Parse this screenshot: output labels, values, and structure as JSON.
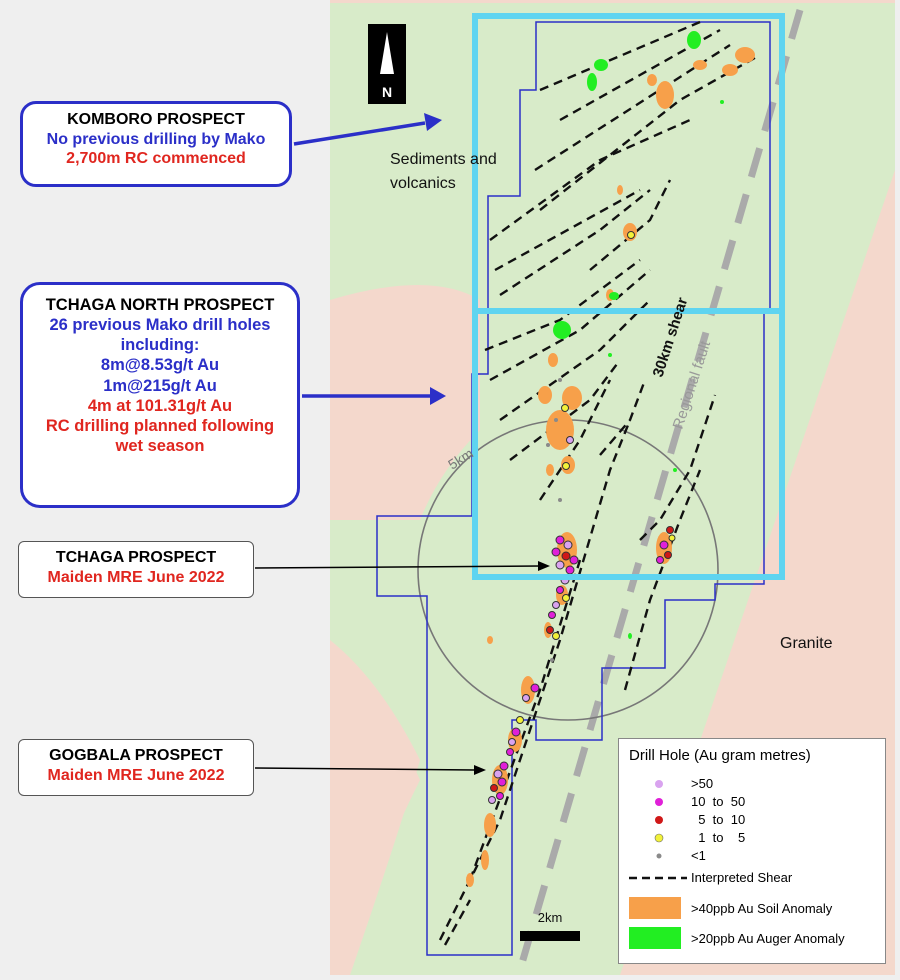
{
  "callouts": {
    "komboro": {
      "title": "KOMBORO PROSPECT",
      "line1": "No previous drilling by Mako",
      "line2": "2,700m RC commenced"
    },
    "tchaga_north": {
      "title": "TCHAGA NORTH PROSPECT",
      "lines_blue": [
        "26 previous Mako drill holes",
        "including:",
        "8m@8.53g/t Au",
        "1m@215g/t Au"
      ],
      "lines_red": [
        "4m at 101.31g/t Au",
        "RC drilling planned following",
        "wet season"
      ]
    },
    "tchaga": {
      "title": "TCHAGA PROSPECT",
      "subtitle": "Maiden MRE June 2022"
    },
    "gogbala": {
      "title": "GOGBALA PROSPECT",
      "subtitle": "Maiden MRE June 2022"
    }
  },
  "map_labels": {
    "sediments_1": "Sediments and",
    "sediments_2": "volcanics",
    "granite": "Granite",
    "shear_30km": "30km shear",
    "regional_fault": "Regional fault",
    "radius_5km": "5km",
    "north": "N",
    "scale_bar": "2km"
  },
  "legend": {
    "title": "Drill Hole (Au gram metres)",
    "items": [
      {
        "label": ">50",
        "color": "#d9a3ef"
      },
      {
        "label": "10  to  50",
        "color": "#e020d8"
      },
      {
        "label": "  5  to  10",
        "color": "#d01818"
      },
      {
        "label": "  1  to    5",
        "color": "#f2f23a"
      },
      {
        "label": "<1",
        "color": "#8a8a8a"
      }
    ],
    "shear": "Interpreted Shear",
    "soil": ">40ppb Au Soil Anomaly",
    "auger": ">20ppb Au Auger Anomaly",
    "soil_color": "#f7a04a",
    "auger_color": "#22ee22"
  },
  "colors": {
    "sediments": "#d8ebc9",
    "granite": "#f4d8cc",
    "outside": "#efefef",
    "tenement": "#2b2fc8",
    "prospect_box": "#5fd4f0",
    "callout_blue": "#2b2fc8",
    "callout_red": "#e0261f"
  }
}
